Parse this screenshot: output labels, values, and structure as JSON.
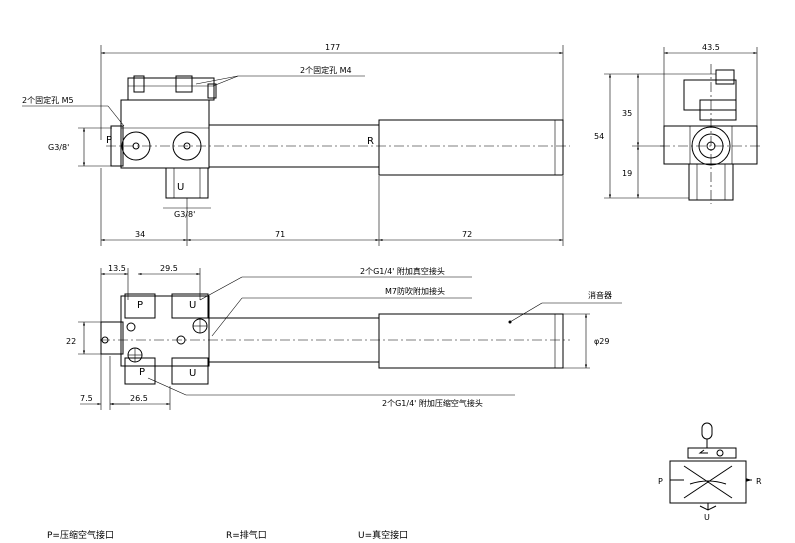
{
  "dimensions": {
    "total_length": "177",
    "width_side": "43.5",
    "side_height": "54",
    "side_upper": "35",
    "side_lower": "19",
    "seg_34": "34",
    "seg_71": "71",
    "seg_72": "72",
    "top_13_5": "13.5",
    "top_29_5": "29.5",
    "top_22": "22",
    "bottom_7_5": "7.5",
    "bottom_26_5": "26.5",
    "diameter": "φ29"
  },
  "labels": {
    "port_thread_left": "G3/8'",
    "port_thread_bottom": "G3/8'",
    "hole_m4": "2个固定孔 M4",
    "hole_m5": "2个固定孔 M5",
    "vacuum_fitting": "2个G1/4' 附加真空接头",
    "antiblow_fitting": "M7防吹附加接头",
    "pressure_fitting": "2个G1/4' 附加压缩空气接头",
    "muffler": "消音器",
    "port_p": "P",
    "port_r": "R",
    "port_u": "U"
  },
  "legend": {
    "p": "P=压缩空气接口",
    "r": "R=排气口",
    "u": "U=真空接口"
  }
}
